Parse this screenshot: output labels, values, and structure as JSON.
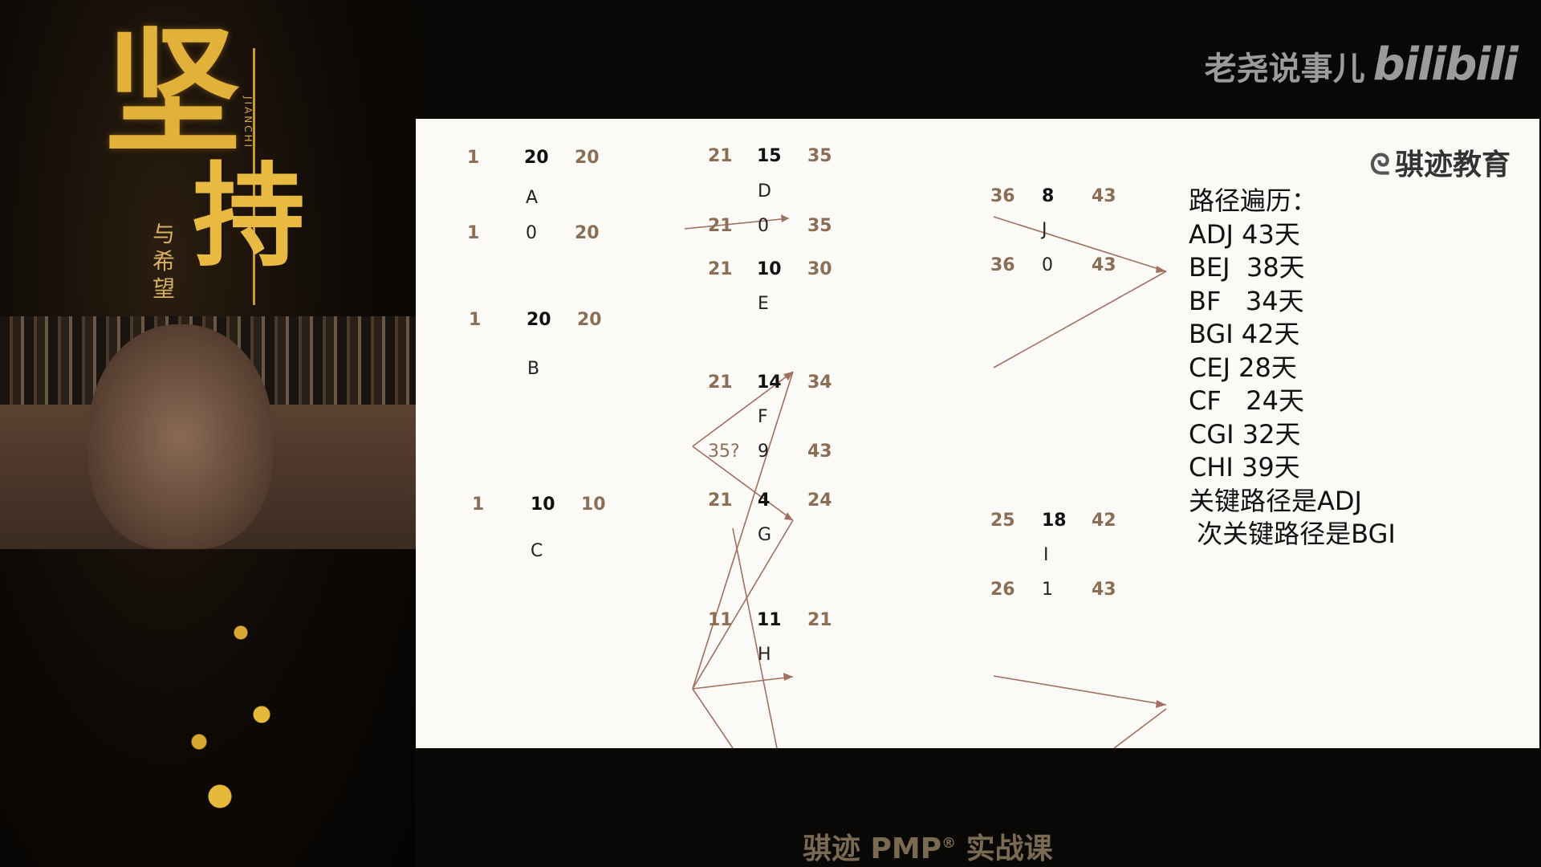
{
  "watermark": {
    "channel": "老尧说事儿",
    "site": "bilibili"
  },
  "footer": {
    "course_prefix": "骐迹 PMP",
    "reg": "®",
    "course_suffix": " 实战课"
  },
  "poster": {
    "title_top": "坚",
    "title_bottom": "持",
    "subtitle": "与希望",
    "pinyin": "JIANCHI"
  },
  "slide": {
    "logo": "骐迹教育",
    "activities": [
      {
        "name": "A",
        "es": "1",
        "dur": "20",
        "ef": "20",
        "ls": "1",
        "float": "0",
        "lf": "20"
      },
      {
        "name": "B",
        "es": "1",
        "dur": "20",
        "ef": "20"
      },
      {
        "name": "C",
        "es": "1",
        "dur": "10",
        "ef": "10"
      },
      {
        "name": "D",
        "es": "21",
        "dur": "15",
        "ef": "35",
        "ls": "21",
        "float": "0",
        "lf": "35"
      },
      {
        "name": "E",
        "es": "21",
        "dur": "10",
        "ef": "30"
      },
      {
        "name": "F",
        "es": "21",
        "dur": "14",
        "ef": "34",
        "ls": "35?",
        "float": "9",
        "lf": "43"
      },
      {
        "name": "G",
        "es": "21",
        "dur": "4",
        "ef": "24"
      },
      {
        "name": "H",
        "es": "11",
        "dur": "11",
        "ef": "21"
      },
      {
        "name": "J",
        "es": "36",
        "dur": "8",
        "ef": "43",
        "ls": "36",
        "float": "0",
        "lf": "43"
      },
      {
        "name": "I",
        "es": "25",
        "dur": "18",
        "ef": "42",
        "ls": "26",
        "float": "1",
        "lf": "43"
      }
    ],
    "summary": [
      "路径遍历：",
      "ADJ 43天",
      "BEJ  38天",
      "BF   34天",
      "BGI 42天",
      "CEJ 28天",
      "CF   24天",
      "CGI 32天",
      "CHI 39天",
      "关键路径是ADJ",
      " 次关键路径是BGI"
    ]
  },
  "colors": {
    "slide_bg": "#fbfaf7",
    "number_brown": "#8a6e55",
    "arrow": "#a07060",
    "poster_gold": "#e2b13a"
  }
}
